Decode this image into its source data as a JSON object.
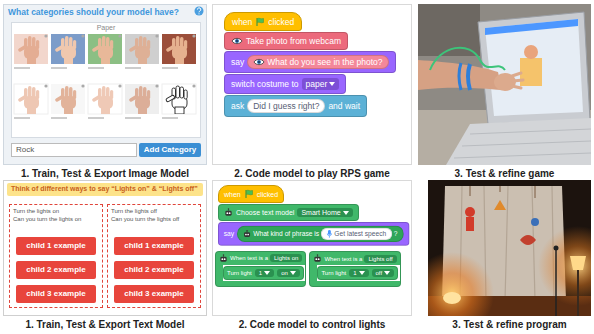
{
  "diagram": {
    "nodes": [
      {
        "text": [
          "1. Train, Test & Export Image Model"
        ]
      },
      {
        "text": [
          "Paper"
        ],
        "in": 0
      },
      {
        "text": [
          "Rock"
        ],
        "in": 0
      },
      {
        "text": [
          "Add Category"
        ],
        "in": 0
      },
      {
        "text": [
          "2. Code model to play RPS game"
        ]
      },
      {
        "text": [
          "when",
          "clicked"
        ],
        "in": 4
      },
      {
        "text": [
          "Take photo from webcam"
        ],
        "in": 4
      },
      {
        "text": [
          "say"
        ],
        "in": 4
      },
      {
        "text": [
          "What do you see in the photo?"
        ],
        "in": 7
      },
      {
        "text": [
          "switch costume to"
        ],
        "in": 4
      },
      {
        "text": [
          "paper"
        ],
        "in": 9
      },
      {
        "text": [
          "ask",
          "and wait"
        ],
        "in": 4
      },
      {
        "text": [
          "Did I guess right?"
        ],
        "in": 11
      },
      {
        "text": [
          "3. Test & refine game"
        ]
      },
      {
        "text": [
          "1. Train, Test & Export Text Model"
        ]
      },
      {
        "text": [
          "Think of different ways to say “Lights on” & “Lights off”"
        ],
        "in": 14
      },
      {
        "text": [
          "Turn the lights on",
          "Can you turn the lights on"
        ],
        "in": 14
      },
      {
        "text": [
          "child 1 example"
        ],
        "in": 16
      },
      {
        "text": [
          "child 2 example"
        ],
        "in": 16
      },
      {
        "text": [
          "child 3 example"
        ],
        "in": 16
      },
      {
        "text": [
          "Turn the lights off",
          "Can you turn the lights off"
        ],
        "in": 14
      },
      {
        "text": [
          "child 1 example"
        ],
        "in": 20
      },
      {
        "text": [
          "child 2 example"
        ],
        "in": 20
      },
      {
        "text": [
          "child 3 example"
        ],
        "in": 20
      },
      {
        "text": [
          "2. Code model to control lights"
        ]
      },
      {
        "text": [
          "when",
          "clicked"
        ],
        "in": 24
      },
      {
        "text": [
          "Choose text model"
        ],
        "in": 24
      },
      {
        "text": [
          "Smart Home"
        ],
        "in": 26
      },
      {
        "text": [
          "say"
        ],
        "in": 24
      },
      {
        "text": [
          "What kind of phrase is",
          "?"
        ],
        "in": 28
      },
      {
        "text": [
          "Get latest speech"
        ],
        "in": 29
      },
      {
        "text": [
          "When text is a"
        ],
        "in": 24
      },
      {
        "text": [
          "Lights on"
        ],
        "in": 31
      },
      {
        "text": [
          "Turn light"
        ],
        "in": 31
      },
      {
        "text": [
          "1"
        ],
        "in": 33
      },
      {
        "text": [
          "on"
        ],
        "in": 33
      },
      {
        "text": [
          "When text is a"
        ],
        "in": 24
      },
      {
        "text": [
          "Lights off"
        ],
        "in": 36
      },
      {
        "text": [
          "Turn light"
        ],
        "in": 36
      },
      {
        "text": [
          "1"
        ],
        "in": 38
      },
      {
        "text": [
          "off"
        ],
        "in": 38
      },
      {
        "text": [
          "3. Test & refine program"
        ]
      }
    ],
    "labels": [
      "What categories should your model have?"
    ]
  }
}
